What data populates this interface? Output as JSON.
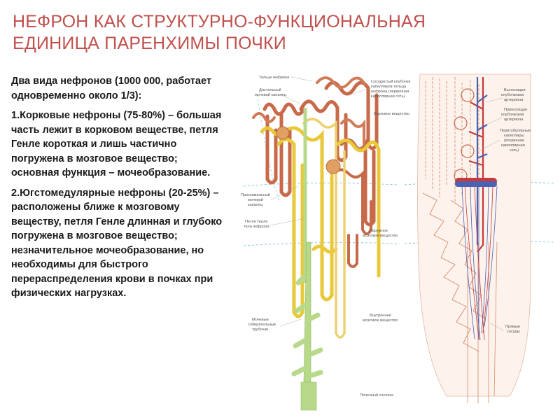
{
  "title": {
    "line1": "НЕФРОН КАК СТРУКТУРНО-ФУНКЦИОНАЛЬНАЯ",
    "line2": "ЕДИНИЦА ПАРЕНХИМЫ ПОЧКИ"
  },
  "body": {
    "intro": "Два вида нефронов (1000 000, работает одновременно около 1/3):",
    "point1": "1.Корковые нефроны (75-80%) – большая часть лежит в корковом веществе, петля Генле короткая и лишь частично погружена в мозговое вещество; основная функция – мочеобразование.",
    "point2": "2.Югстомедулярные нефроны (20-25%) – расположены ближе к мозговому веществу, петля Генле длинная и глубоко погружена в мозговое вещество; незначительное мочеобразование, но необходимы для быстрого перераспределения крови в почках при физических нагрузках."
  },
  "figure": {
    "labels": {
      "calf_nephron": "Тельце нефрона",
      "distal_tubule_1": "Дистальный",
      "distal_tubule_2": "мочевой каналец",
      "glomerulus_1": "Сосудистый клубочек",
      "glomerulus_2": "капилляров тельца",
      "glomerulus_3": "нефрона (первичная",
      "glomerulus_4": "капиллярная сеть)",
      "cortex": "Корковое вещество",
      "efferent_1": "Выносящая",
      "efferent_2": "клубочковая",
      "efferent_3": "артериола",
      "afferent_1": "Приносящая",
      "afferent_2": "клубочковая",
      "afferent_3": "артериола",
      "peritubular_1": "Перитубулярные",
      "peritubular_2": "капилляры",
      "peritubular_3": "(вторичная",
      "peritubular_4": "капиллярная",
      "peritubular_5": "сеть)",
      "proximal_1": "Проксимальный",
      "proximal_2": "мочевой",
      "proximal_3": "каналец",
      "loop_1": "Петля Генле",
      "loop_2": "тела нефрона",
      "outer_medulla_1": "Наружное",
      "outer_medulla_2": "мозговое вещество",
      "collecting_1": "Мочевые",
      "collecting_2": "собирательные",
      "collecting_3": "трубочки",
      "inner_medulla_1": "Внутреннее",
      "inner_medulla_2": "мозговое вещество",
      "straight_vessels_1": "Прямые",
      "straight_vessels_2": "сосуды",
      "papilla": "Почечный сосочек"
    },
    "colors": {
      "title": "#c0504d",
      "tubule_red": "#c86a4a",
      "tubule_yellow": "#e9c93a",
      "collecting_green": "#b8d98a",
      "capillary": "#d88a6a",
      "artery": "#c83a3a",
      "vein": "#4a62b4"
    }
  }
}
